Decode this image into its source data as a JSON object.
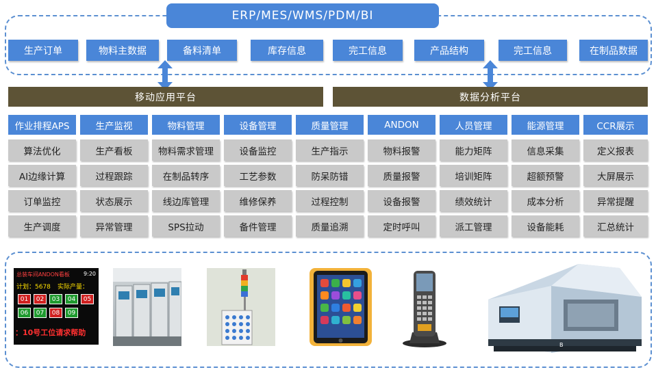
{
  "banner": "ERP/MES/WMS/PDM/BI",
  "systems": [
    "生产订单",
    "物料主数据",
    "备料清单",
    "库存信息",
    "完工信息",
    "产品结构",
    "完工信息",
    "在制品数据"
  ],
  "platforms": {
    "left": "移动应用平台",
    "right": "数据分析平台"
  },
  "columns": [
    {
      "head": "作业排程APS",
      "items": [
        "算法优化",
        "AI边缘计算",
        "订单监控",
        "生产调度"
      ]
    },
    {
      "head": "生产监视",
      "items": [
        "生产看板",
        "过程跟踪",
        "状态展示",
        "异常管理"
      ]
    },
    {
      "head": "物料管理",
      "items": [
        "物料需求管理",
        "在制品转序",
        "线边库管理",
        "SPS拉动"
      ]
    },
    {
      "head": "设备管理",
      "items": [
        "设备监控",
        "工艺参数",
        "维修保养",
        "备件管理"
      ]
    },
    {
      "head": "质量管理",
      "items": [
        "生产指示",
        "防呆防错",
        "过程控制",
        "质量追溯"
      ]
    },
    {
      "head": "ANDON",
      "items": [
        "物料报警",
        "质量报警",
        "设备报警",
        "定时呼叫"
      ]
    },
    {
      "head": "人员管理",
      "items": [
        "能力矩阵",
        "培训矩阵",
        "绩效统计",
        "派工管理"
      ]
    },
    {
      "head": "能源管理",
      "items": [
        "信息采集",
        "超额预警",
        "成本分析",
        "设备能耗"
      ]
    },
    {
      "head": "CCR展示",
      "items": [
        "定义报表",
        "大屏展示",
        "异常提醒",
        "汇总统计"
      ]
    }
  ],
  "andon_board": {
    "line1": "总装车间ANDON看板",
    "time": "9:20",
    "plan": "计划：5678",
    "actual": "实际产量：",
    "cells": [
      "01",
      "02",
      "03",
      "04",
      "05",
      "06",
      "07",
      "08",
      "09"
    ],
    "ticker": "：10号工位请求帮助"
  },
  "machine_mark": "B",
  "colors": {
    "blue": "#4a86d8",
    "platform": "#5d5336",
    "item": "#c9c9c9",
    "dash": "#5b8fd1"
  }
}
